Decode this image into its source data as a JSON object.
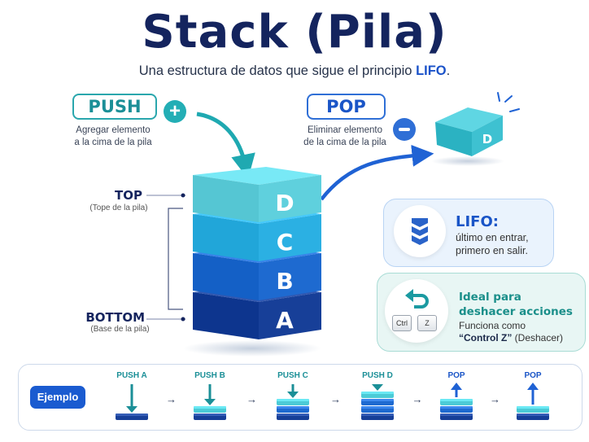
{
  "header": {
    "title": "Stack (Pila)",
    "subtitle_prefix": "Una estructura de datos que sigue el principio ",
    "subtitle_highlight": "LIFO",
    "subtitle_suffix": "."
  },
  "operations": {
    "push": {
      "label": "PUSH",
      "description_line1": "Agregar elemento",
      "description_line2": "a la cima de la pila",
      "icon": "plus-icon"
    },
    "pop": {
      "label": "POP",
      "description_line1": "Eliminar elemento",
      "description_line2": "de la cima de la pila",
      "icon": "minus-icon",
      "popped_block": "D"
    }
  },
  "stack": {
    "blocks": [
      {
        "label": "D",
        "color": "#5fd0dd"
      },
      {
        "label": "C",
        "color": "#2bb0e3"
      },
      {
        "label": "B",
        "color": "#1e6ad0"
      },
      {
        "label": "A",
        "color": "#173f98"
      }
    ],
    "top_label": "TOP",
    "top_sublabel": "(Tope de la pila)",
    "bottom_label": "BOTTOM",
    "bottom_sublabel": "(Base de la pila)"
  },
  "info_cards": {
    "lifo": {
      "title": "LIFO:",
      "line1": "último en entrar,",
      "line2": "primero en salir.",
      "icon": "stack-chevrons-icon"
    },
    "undo": {
      "title_line1": "Ideal para",
      "title_line2": "deshacer acciones",
      "line1": "Funciona como",
      "line2_bold": "“Control Z”",
      "line2_rest": " (Deshacer)",
      "key1": "Ctrl",
      "key2": "Z",
      "icon": "undo-icon"
    }
  },
  "example": {
    "button_label": "Ejemplo",
    "arrow_glyph": "→",
    "steps": [
      {
        "label": "PUSH A",
        "type": "push",
        "stack": [
          "#173f98"
        ]
      },
      {
        "label": "PUSH B",
        "type": "push",
        "stack": [
          "#173f98",
          "#4ccbd6"
        ]
      },
      {
        "label": "PUSH C",
        "type": "push",
        "stack": [
          "#173f98",
          "#1e6ad0",
          "#4ccbd6"
        ]
      },
      {
        "label": "PUSH D",
        "type": "push",
        "stack": [
          "#173f98",
          "#1e6ad0",
          "#1e6ad0",
          "#4ccbd6"
        ]
      },
      {
        "label": "POP",
        "type": "pop",
        "stack": [
          "#173f98",
          "#1e6ad0",
          "#4ccbd6"
        ]
      },
      {
        "label": "POP",
        "type": "pop",
        "stack": [
          "#173f98",
          "#4ccbd6"
        ]
      }
    ]
  },
  "colors": {
    "navy": "#14245e",
    "teal": "#23aeb5",
    "blue": "#1a55c7"
  }
}
